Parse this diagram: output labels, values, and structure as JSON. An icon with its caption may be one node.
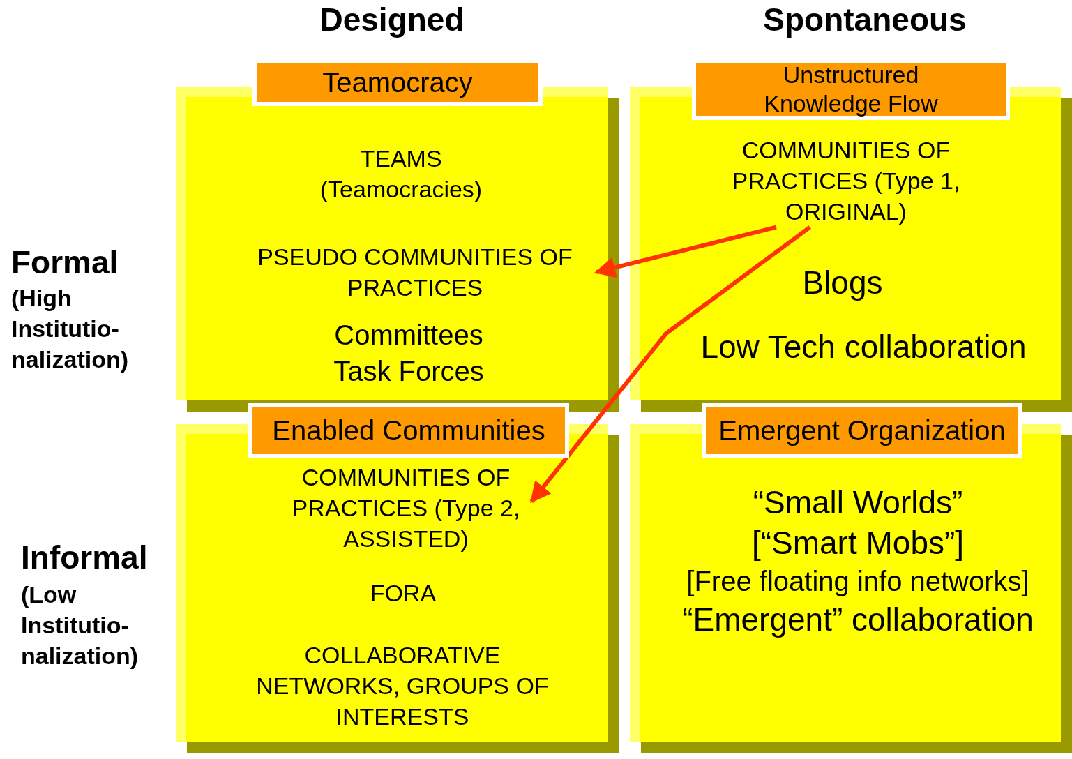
{
  "diagram": {
    "nodes": [
      {
        "text": [
          "Teamocracy"
        ]
      },
      {
        "text": [
          "TEAMS (Teamocracies)"
        ],
        "in": 0
      },
      {
        "text": [
          "PSEUDO COMMUNITIES OF PRACTICES"
        ],
        "in": 0
      },
      {
        "text": [
          "Committees Task Forces"
        ],
        "in": 0
      },
      {
        "text": [
          "Unstructured Knowledge Flow"
        ]
      },
      {
        "text": [
          "COMMUNITIES OF PRACTICES (Type 1, ORIGINAL)"
        ],
        "in": 4
      },
      {
        "text": [
          "Blogs"
        ],
        "in": 4
      },
      {
        "text": [
          "Low Tech collaboration"
        ],
        "in": 4
      },
      {
        "text": [
          "Enabled Communities"
        ]
      },
      {
        "text": [
          "COMMUNITIES OF PRACTICES (Type 2, ASSISTED)"
        ],
        "in": 8
      },
      {
        "text": [
          "FORA"
        ],
        "in": 8
      },
      {
        "text": [
          "COLLABORATIVE NETWORKS, GROUPS OF INTERESTS"
        ],
        "in": 8
      },
      {
        "text": [
          "Emergent Organization"
        ]
      },
      {
        "text": [
          "“Small Worlds”"
        ],
        "in": 12
      },
      {
        "text": [
          "[“Smart Mobs”]"
        ],
        "in": 12
      },
      {
        "text": [
          "[Free floating info networks]"
        ],
        "in": 12
      },
      {
        "text": [
          "“Emergent” collaboration"
        ],
        "in": 12
      }
    ],
    "edges": [
      {
        "from": 5,
        "to": 2,
        "arrow": "to"
      },
      {
        "from": 5,
        "to": 9,
        "arrow": "to"
      }
    ],
    "labels": [
      "Designed",
      "Spontaneous",
      "Formal",
      "(High Institutio- nalization)",
      "Informal",
      "(Low Institutio- nalization)"
    ]
  }
}
